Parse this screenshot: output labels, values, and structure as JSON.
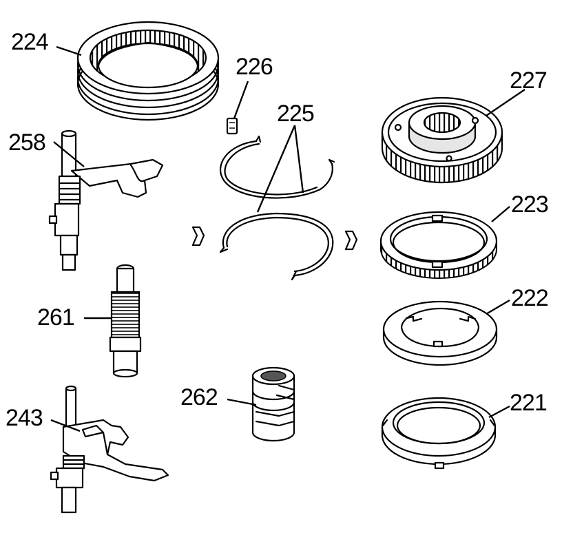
{
  "labels": {
    "p224": "224",
    "p226": "226",
    "p225": "225",
    "p227": "227",
    "p258": "258",
    "p223": "223",
    "p261": "261",
    "p222": "222",
    "p262": "262",
    "p243": "243",
    "p221": "221"
  }
}
